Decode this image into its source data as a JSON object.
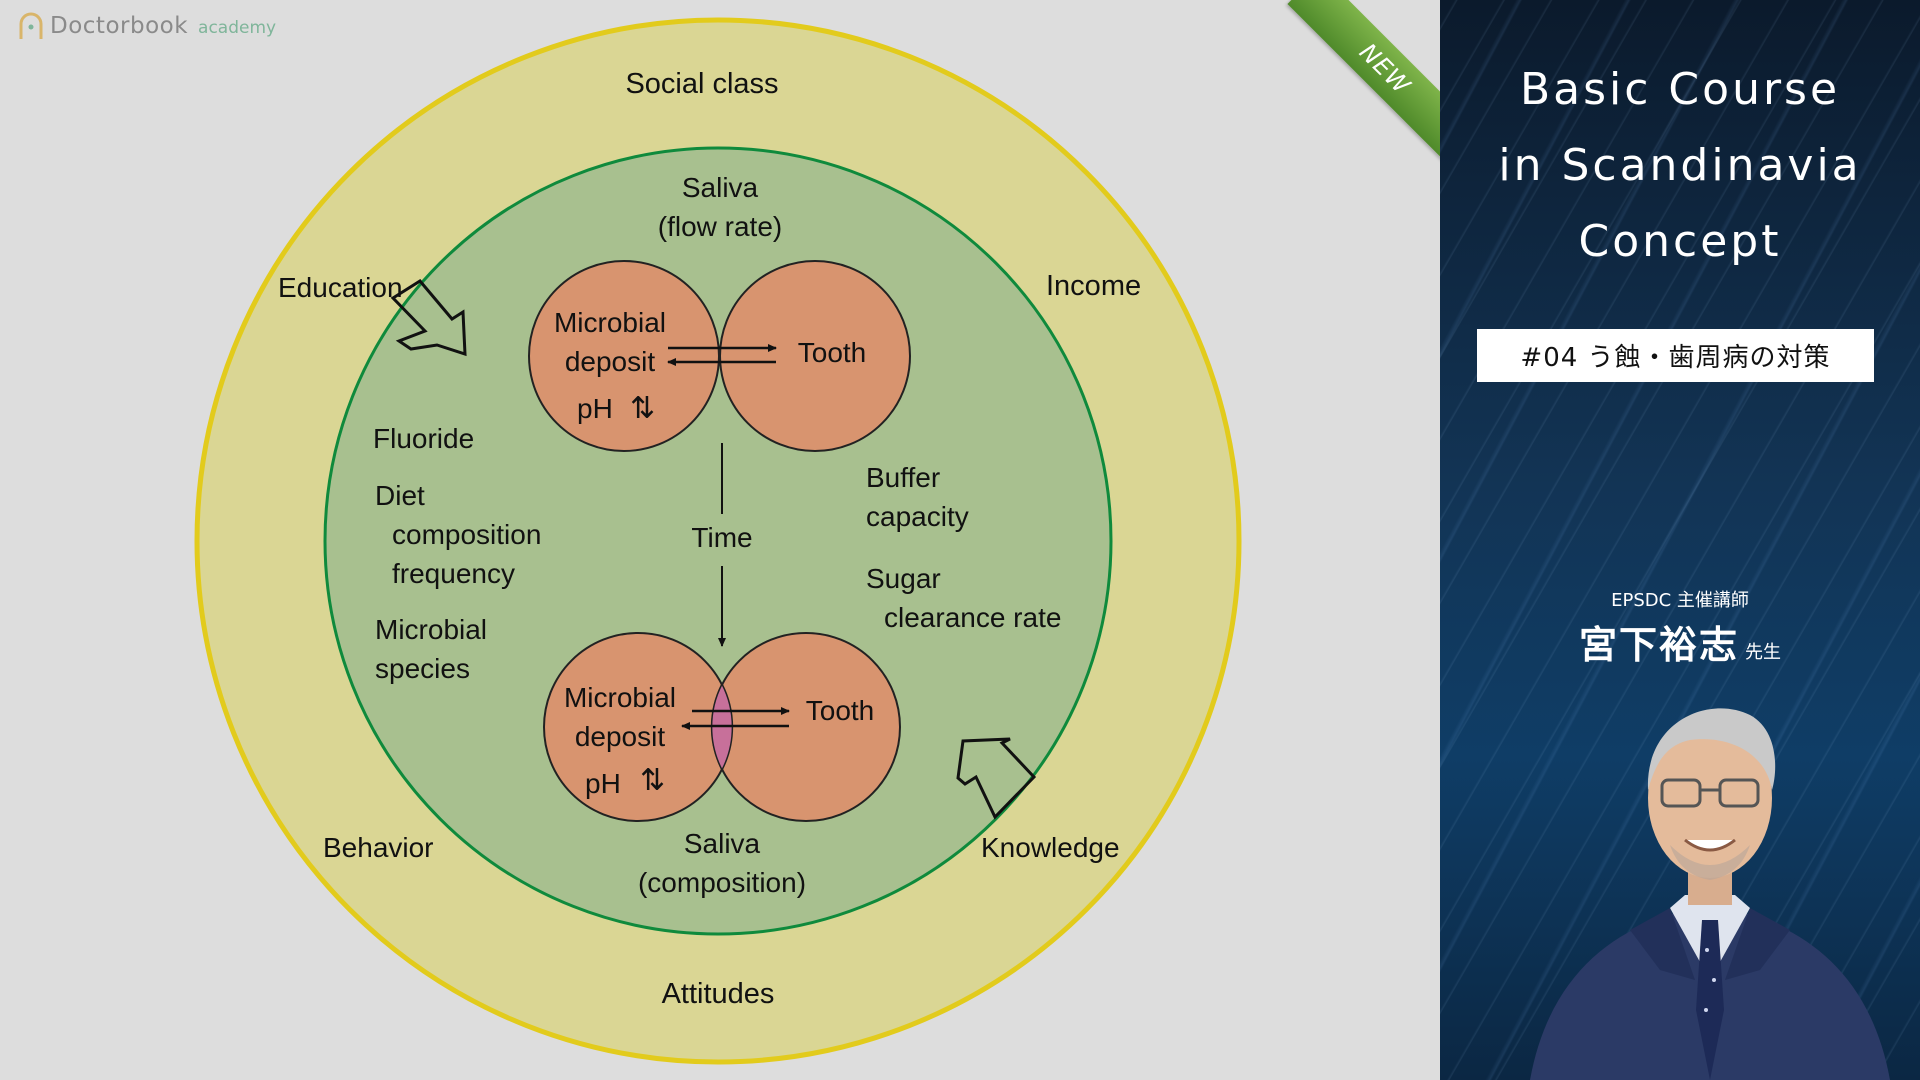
{
  "logo": {
    "name": "Doctorbook",
    "sub": "academy"
  },
  "ribbon": {
    "label": "NEW"
  },
  "diagram": {
    "outer_ring": {
      "top": "Social class",
      "bottom": "Attitudes",
      "upper_left": "Education",
      "upper_right": "Income",
      "lower_left": "Behavior",
      "lower_right": "Knowledge"
    },
    "inner": {
      "top": [
        "Saliva",
        "(flow rate)"
      ],
      "bottom": [
        "Saliva",
        "(composition)"
      ],
      "left": {
        "fluoride": "Fluoride",
        "diet": [
          "Diet",
          "composition",
          "frequency"
        ],
        "microbial_species": [
          "Microbial",
          "species"
        ]
      },
      "right": {
        "buffer": [
          "Buffer",
          "capacity"
        ],
        "sugar": [
          "Sugar",
          "clearance rate"
        ]
      },
      "time": "Time",
      "pair_top": {
        "deposit": [
          "Microbial",
          "deposit",
          "pH"
        ],
        "tooth": "Tooth",
        "ph_arrows": "⇅"
      },
      "pair_bottom": {
        "deposit": [
          "Microbial",
          "deposit",
          "pH"
        ],
        "tooth": "Tooth",
        "ph_arrows": "⇅"
      }
    },
    "colors": {
      "outer_fill": "#dad694",
      "outer_stroke": "#e2cb1c",
      "inner_fill": "#a8c08f",
      "inner_stroke": "#0f8a3c",
      "circle_fill": "#d8946f",
      "overlap_fill": "#c7709a"
    }
  },
  "panel": {
    "title_lines": [
      "Basic Course",
      "in Scandinavia",
      "Concept"
    ],
    "episode": "#04 う蝕・歯周病の対策",
    "instructor_role": "EPSDC 主催講師",
    "instructor_name": "宮下裕志",
    "instructor_honorific": "先生"
  }
}
